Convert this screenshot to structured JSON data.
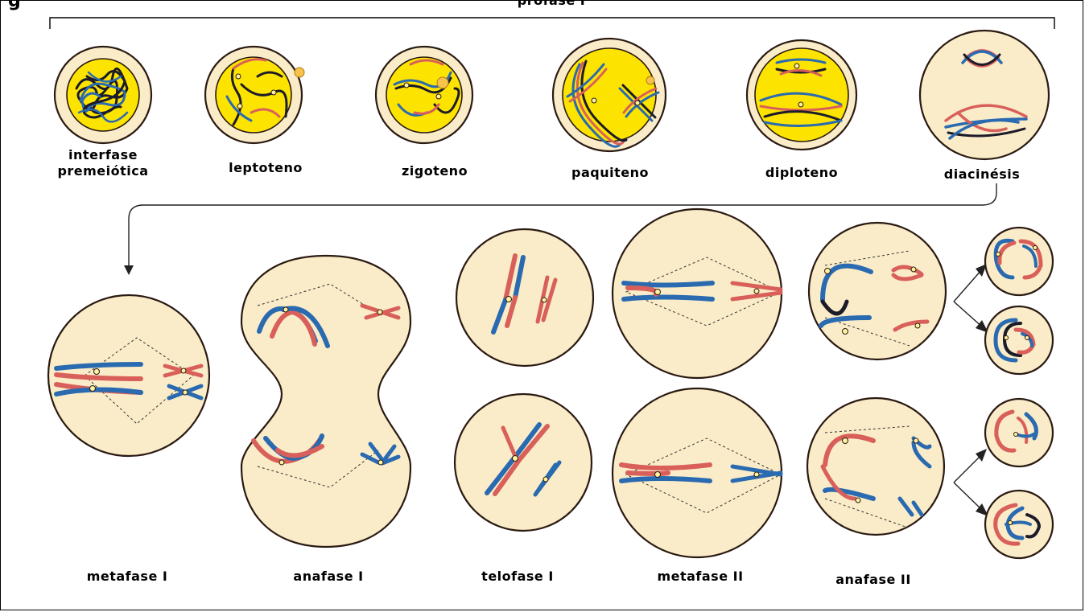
{
  "header": {
    "prophase_title": "profase I",
    "corner_label": "g"
  },
  "prophase_stages": [
    {
      "line1": "interfase",
      "line2": "premeiótica"
    },
    {
      "line1": "leptoteno"
    },
    {
      "line1": "zigoteno"
    },
    {
      "line1": "paquiteno"
    },
    {
      "line1": "diploteno"
    },
    {
      "line1": "diacinésis"
    }
  ],
  "division_stages": [
    {
      "label": "metafase I"
    },
    {
      "label": "anafase I"
    },
    {
      "label": "telofase I"
    },
    {
      "label": "metafase II"
    },
    {
      "label": "anafase II"
    }
  ],
  "colors": {
    "cell_fill": "#faecc8",
    "nucleus_fill": "#fde400",
    "chromosome_blue": "#2a6ab0",
    "chromosome_red": "#d9605a"
  }
}
